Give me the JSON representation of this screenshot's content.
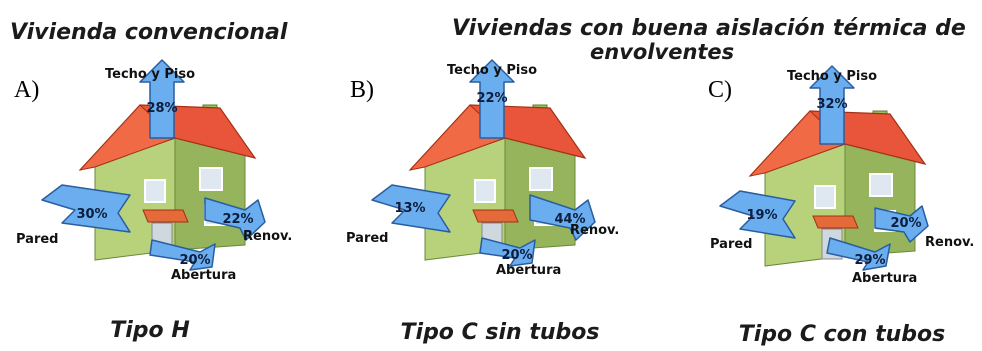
{
  "headings": {
    "left": "Vivienda convencional",
    "right_line1": "Viviendas con buena aislación térmica de",
    "right_line2": "envolventes"
  },
  "houses": [
    {
      "letter": "A)",
      "type_label": "Tipo H",
      "labels": {
        "roof": "Techo y Piso",
        "wall": "Pared",
        "renov": "Renov.",
        "opening": "Abertura"
      },
      "values": {
        "roof": "28%",
        "wall": "30%",
        "renov": "22%",
        "opening": "20%"
      }
    },
    {
      "letter": "B)",
      "type_label": "Tipo C sin tubos",
      "labels": {
        "roof": "Techo y Piso",
        "wall": "Pared",
        "renov": "Renov.",
        "opening": "Abertura"
      },
      "values": {
        "roof": "22%",
        "wall": "13%",
        "renov": "44%",
        "opening": "20%"
      }
    },
    {
      "letter": "C)",
      "type_label": "Tipo C con tubos",
      "labels": {
        "roof": "Techo y Piso",
        "wall": "Pared",
        "renov": "Renov.",
        "opening": "Abertura"
      },
      "values": {
        "roof": "32%",
        "wall": "19%",
        "renov": "20%",
        "opening": "29%"
      }
    }
  ],
  "colors": {
    "roof": "#e8553a",
    "wall": "#b7d27a",
    "wall_shade": "#96b45b",
    "arrow_fill": "#6aaef0",
    "arrow_stroke": "#2a5da0"
  }
}
